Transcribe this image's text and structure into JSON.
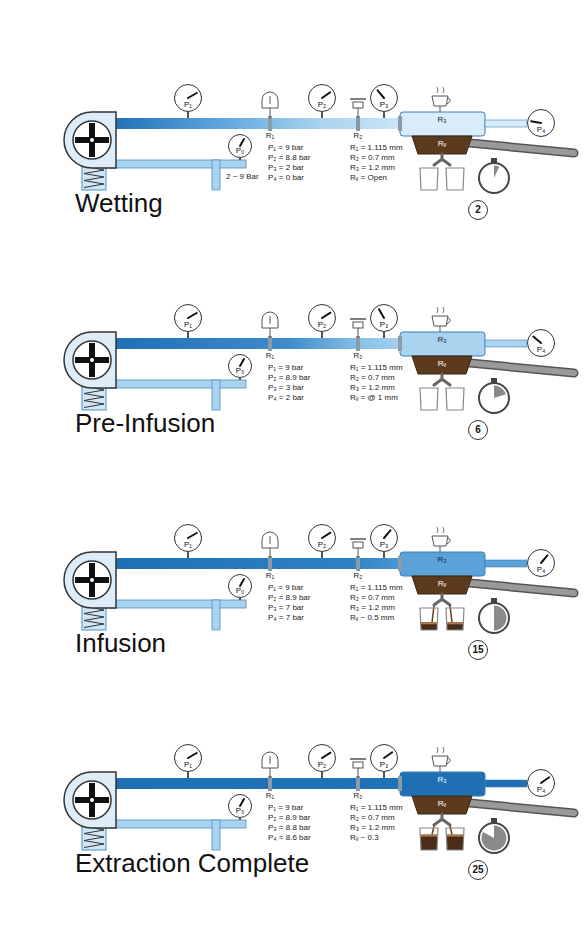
{
  "diagram": {
    "nodes": [
      {
        "text": [
          "P₁"
        ]
      },
      {
        "text": [
          "P₂"
        ]
      },
      {
        "text": [
          "P₃"
        ]
      },
      {
        "text": [
          "P₄"
        ]
      },
      {
        "text": [
          "P₀"
        ]
      },
      {
        "text": [
          "2"
        ]
      },
      {
        "text": [
          "P₁"
        ]
      },
      {
        "text": [
          "P₂"
        ]
      },
      {
        "text": [
          "P₃"
        ]
      },
      {
        "text": [
          "P₄"
        ]
      },
      {
        "text": [
          "P₀"
        ]
      },
      {
        "text": [
          "6"
        ]
      },
      {
        "text": [
          "P₁"
        ]
      },
      {
        "text": [
          "P₂"
        ]
      },
      {
        "text": [
          "P₃"
        ]
      },
      {
        "text": [
          "P₄"
        ]
      },
      {
        "text": [
          "P₀"
        ]
      },
      {
        "text": [
          "15"
        ]
      },
      {
        "text": [
          "P₁"
        ]
      },
      {
        "text": [
          "P₂"
        ]
      },
      {
        "text": [
          "P₃"
        ]
      },
      {
        "text": [
          "P₄"
        ]
      },
      {
        "text": [
          "P₀"
        ]
      },
      {
        "text": [
          "25"
        ]
      }
    ],
    "labels": [
      "R₁",
      "R₂",
      "R₃",
      "Rᵥ",
      "P₁ = 9 bar",
      "P₂ = 8.8 bar",
      "P₃ = 2 bar",
      "P₄ = 0 bar",
      "R₁ = 1.115 mm",
      "R₂ = 0.7 mm",
      "R₃ = 1.2 mm",
      "Rᵥ = Open",
      "2 ~ 9 Bar",
      "Wetting",
      "R₁",
      "R₂",
      "R₃",
      "Rᵥ",
      "P₁ = 9 bar",
      "P₂ = 8.9 bar",
      "P₃ = 3 bar",
      "P₄ = 2 bar",
      "R₁ = 1.115 mm",
      "R₂ = 0.7 mm",
      "R₃ = 1.2 mm",
      "Rᵥ = @ 1 mm",
      "Pre-Infusion",
      "R₁",
      "R₂",
      "R₃",
      "Rᵥ",
      "P₁ = 9 bar",
      "P₂ = 8.9 bar",
      "P₃ = 7 bar",
      "P₄ = 7 bar",
      "R₁ = 1.115 mm",
      "R₂ = 0.7 mm",
      "R₃ = 1.2 mm",
      "Rᵥ ~ 0.5 mm",
      "Infusion",
      "R₁",
      "R₂",
      "R₃",
      "Rᵥ",
      "P₁ = 9 bar",
      "P₂ = 8.9 bar",
      "P₃ = 8.8 bar",
      "P₄ = 8.6 bar",
      "R₁ = 1.115 mm",
      "R₂ = 0.7 mm",
      "R₃ = 1.2 mm",
      "Rᵥ ~ 0.3",
      "Extraction Complete"
    ]
  }
}
